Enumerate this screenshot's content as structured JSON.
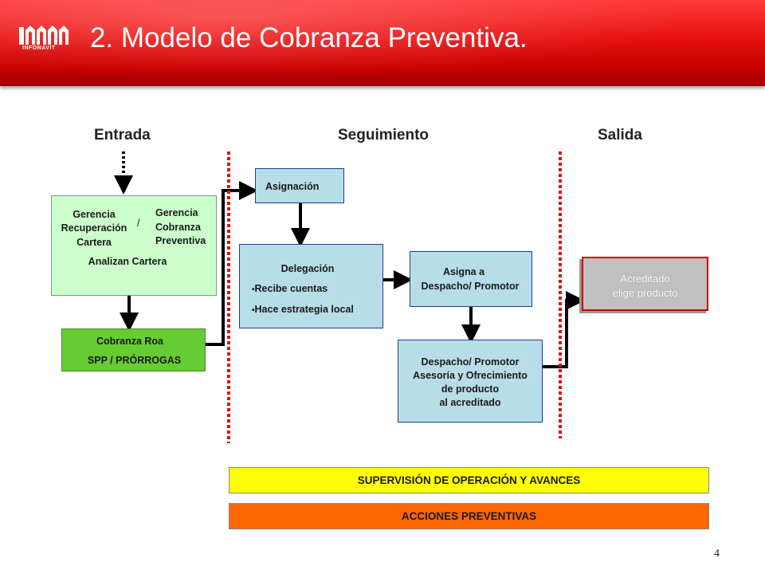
{
  "header": {
    "title": "2. Modelo de Cobranza Preventiva.",
    "logo_text": "INFONAVIT",
    "bg_color": "#e60f10"
  },
  "columns": {
    "entrada": "Entrada",
    "seguimiento": "Seguimiento",
    "salida": "Salida"
  },
  "entrada_box": {
    "left_line1": "Gerencia",
    "left_line2": "Recuperación",
    "left_line3": "Cartera",
    "separator": "/",
    "right_line1": "Gerencia",
    "right_line2": "Cobranza",
    "right_line3": "Preventiva",
    "caption": "Analizan Cartera",
    "color": "#ccffcc"
  },
  "cobranza_box": {
    "line1": "Cobranza Roa",
    "line2": "SPP / PRÓRROGAS",
    "color": "#66cc33"
  },
  "asignacion_box": {
    "label": "Asignación",
    "color": "#b7dde8"
  },
  "delegacion_box": {
    "title": "Delegación",
    "bullets": [
      "Recibe cuentas",
      "Hace estrategia local"
    ],
    "bullet_glyph": "•",
    "color": "#b7dde8"
  },
  "asigna_box": {
    "line1": "Asigna a",
    "line2": "Despacho/ Promotor",
    "color": "#b7dde8"
  },
  "despacho_box": {
    "line1": "Despacho/ Promotor",
    "line2": "Asesoría y Ofrecimiento",
    "line3": "de producto",
    "line4": "al acreditado",
    "color": "#b7dde8"
  },
  "acreditado_box": {
    "line1": "Acreditado",
    "line2": "elige producto",
    "color": "#c0c0c0",
    "border_color": "#cc0000"
  },
  "bars": {
    "supervision": {
      "label": "SUPERVISIÓN DE OPERACIÓN Y AVANCES",
      "color": "#ffff00"
    },
    "acciones": {
      "label": "ACCIONES PREVENTIVAS",
      "color": "#ff6600"
    }
  },
  "divider_color": "#dd1111",
  "page_number": "4"
}
